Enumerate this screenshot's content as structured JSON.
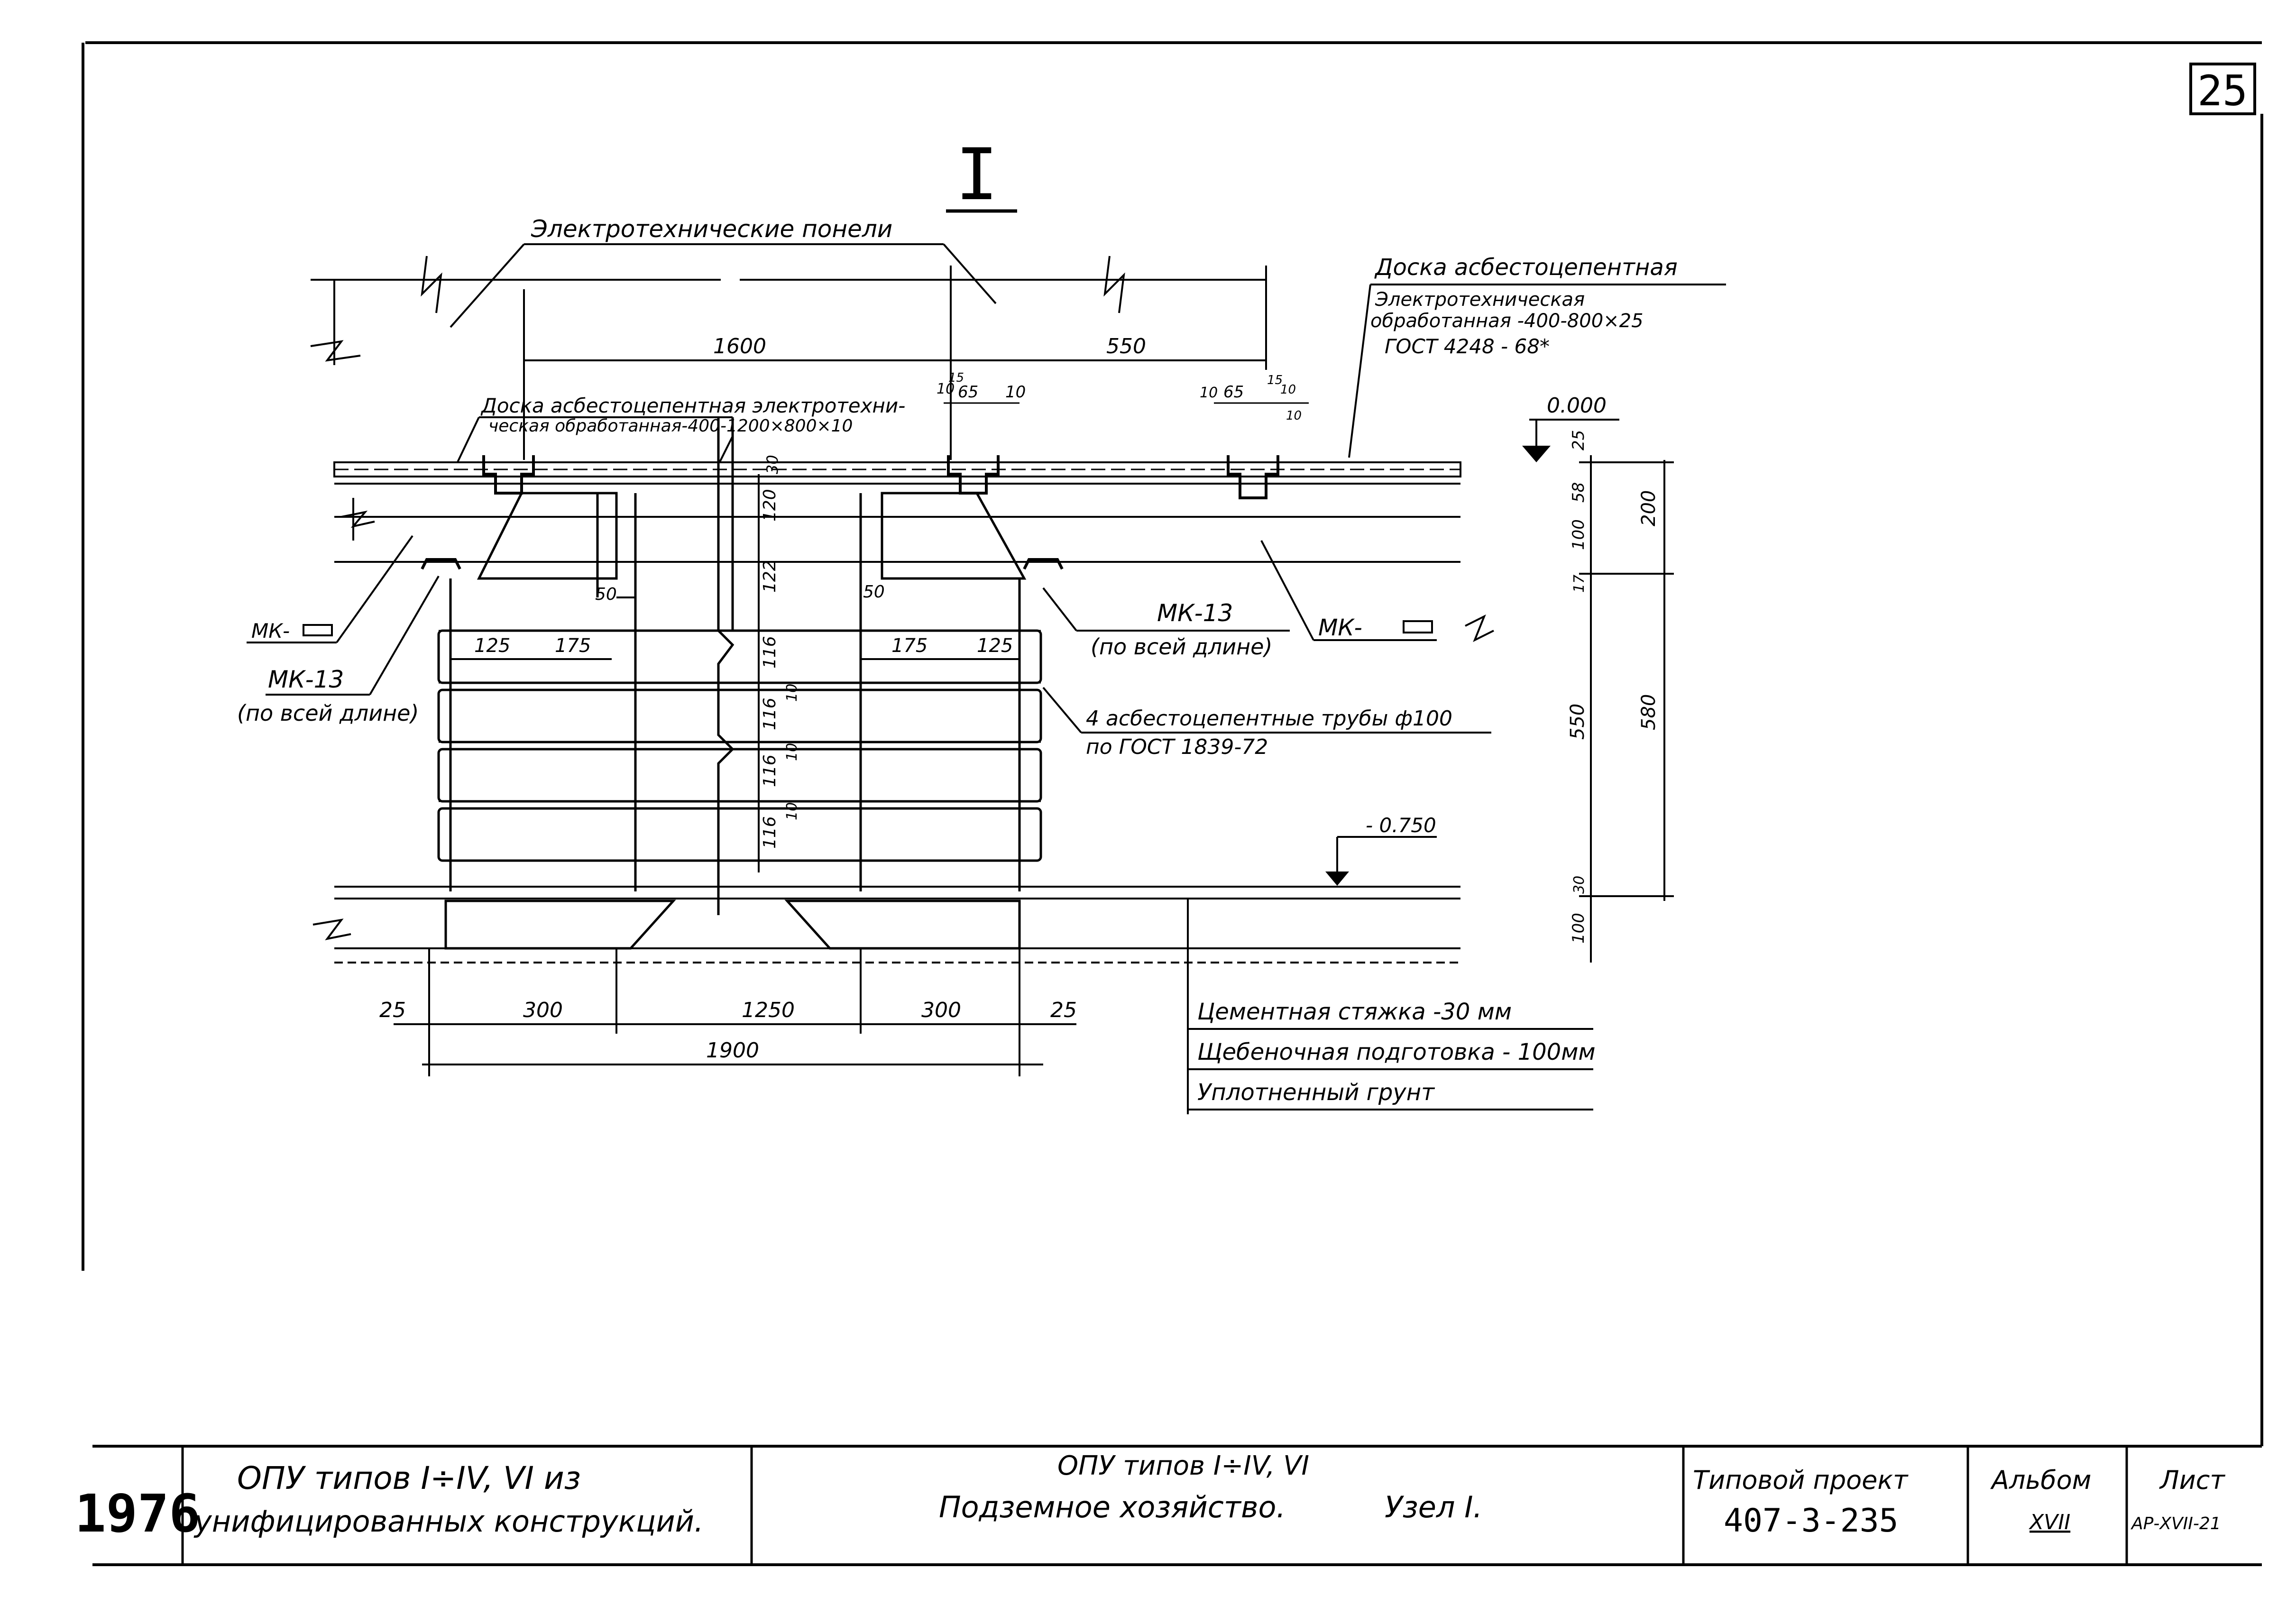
{
  "sheet_number": "25",
  "node_mark": "I",
  "labels": {
    "panels": "Электротехнические понели",
    "board_right_1": "Доска асбестоцепентная",
    "board_right_2": "Электротехническая",
    "board_right_3": "обработанная -400-800×25",
    "board_right_4": "ГОСТ 4248 - 68*",
    "board_left_1": "Доска асбестоцепентная электротехни-",
    "board_left_2": "ческая обработанная-400-1200×800×10",
    "mk_left": "МК-",
    "mk13_left_1": "МК-13",
    "mk13_left_2": "(по всей длине)",
    "mk13_mid_1": "МК-13",
    "mk13_mid_2": "(по всей длине)",
    "mk_right": "МК-",
    "pipes_1": "4 асбестоцепентные трубы ф100",
    "pipes_2": "по ГОСТ 1839-72",
    "level_top": "0.000",
    "level_bottom": "- 0.750"
  },
  "dimensions": {
    "d1600": "1600",
    "d550_top": "550",
    "d10a": "10",
    "d15a": "15",
    "d65a": "65",
    "d10b": "10",
    "d10c": "10",
    "d65b": "65",
    "d15b": "15",
    "d10d": "10",
    "d10e": "10",
    "d30": "30",
    "d120": "120",
    "d122": "122",
    "d116a": "116",
    "d116b": "116",
    "d116c": "116",
    "d116d": "116",
    "d10f": "10",
    "d10g": "10",
    "d10h": "10",
    "d50a": "50",
    "d50b": "50",
    "d125a": "125",
    "d175a": "175",
    "d175b": "175",
    "d125b": "125",
    "r25": "25",
    "r58": "58",
    "r100a": "100",
    "r200": "200",
    "r17": "17",
    "r550": "550",
    "r580": "580",
    "r30": "30",
    "r100b": "100",
    "b25a": "25",
    "b300a": "300",
    "b1250": "1250",
    "b300b": "300",
    "b25b": "25",
    "b1900": "1900"
  },
  "legend": {
    "row1": "Цементная стяжка -30 мм",
    "row2": "Щебеночная подготовка - 100мм",
    "row3": "Уплотненный грунт"
  },
  "title_block": {
    "year": "1976",
    "left_1": "ОПУ типов I÷IV, VI из",
    "left_2": "унифицированных конструкций.",
    "mid_1": "ОПУ типов I÷IV, VI",
    "mid_2": "Подземное хозяйство.",
    "mid_3": "Узел I.",
    "project_label": "Типовой проект",
    "project_number": "407-3-235",
    "album_label": "Альбом",
    "album_value": "XVII",
    "sheet_label": "Лист",
    "sheet_value": "АР-XVII-21"
  }
}
